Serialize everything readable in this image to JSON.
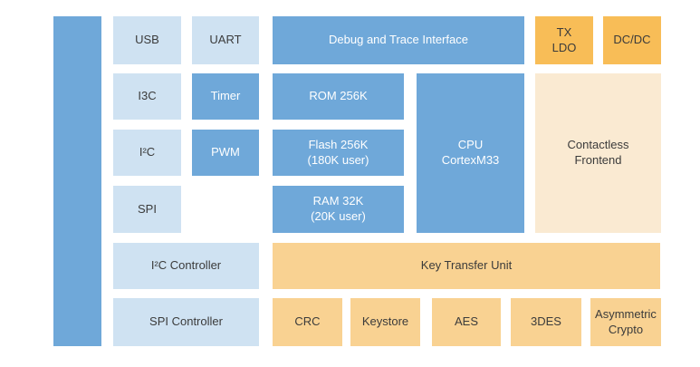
{
  "diagram": {
    "type": "soc-block-diagram",
    "colors": {
      "core_blue": "#6FA8D9",
      "peripheral_blue": "#CFE2F2",
      "power_amber": "#F8BD57",
      "security_orange": "#F9D292",
      "analog_cream": "#FAEAD2",
      "text_dark": "#3B3B3B",
      "text_light": "#FFFFFF"
    },
    "blocks": {
      "bus": {
        "label": ""
      },
      "usb": {
        "label": "USB"
      },
      "uart": {
        "label": "UART"
      },
      "debug": {
        "label": "Debug and Trace Interface"
      },
      "tx_ldo": {
        "label": "TX\nLDO"
      },
      "dcdc": {
        "label": "DC/DC"
      },
      "i3c": {
        "label": "I3C"
      },
      "timer": {
        "label": "Timer"
      },
      "rom": {
        "label": "ROM 256K"
      },
      "cpu": {
        "label": "CPU\nCortexM33"
      },
      "contactless": {
        "label": "Contactless\nFrontend"
      },
      "i2c": {
        "label": "I²C"
      },
      "pwm": {
        "label": "PWM"
      },
      "flash": {
        "label": "Flash 256K\n(180K user)"
      },
      "spi": {
        "label": "SPI"
      },
      "ram": {
        "label": "RAM 32K\n(20K user)"
      },
      "i2c_controller": {
        "label": "I²C Controller"
      },
      "key_transfer_unit": {
        "label": "Key Transfer Unit"
      },
      "spi_controller": {
        "label": "SPI Controller"
      },
      "crc": {
        "label": "CRC"
      },
      "keystore": {
        "label": "Keystore"
      },
      "aes": {
        "label": "AES"
      },
      "triple_des": {
        "label": "3DES"
      },
      "asymmetric_crypto": {
        "label": "Asymmetric\nCrypto"
      }
    }
  }
}
